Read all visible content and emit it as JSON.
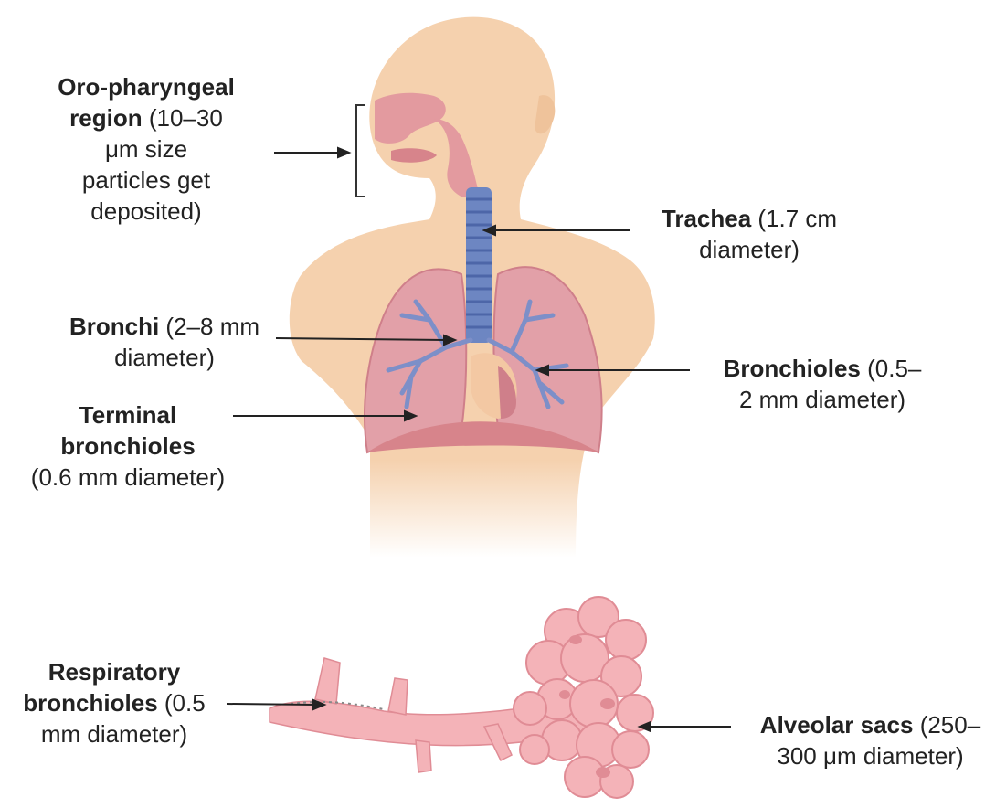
{
  "labels": {
    "oropharyngeal": {
      "title": "Oro-pharyngeal",
      "bold2": "region",
      "rest2": " (10–30",
      "line3": "μm size",
      "line4": "particles get",
      "line5": "deposited)"
    },
    "trachea": {
      "bold": "Trachea",
      "rest": " (1.7 cm",
      "line2": "diameter)"
    },
    "bronchi": {
      "bold": "Bronchi",
      "rest": " (2–8 mm",
      "line2": "diameter)"
    },
    "bronchioles": {
      "bold": "Bronchioles",
      "rest": " (0.5–",
      "line2": "2 mm diameter)"
    },
    "terminal": {
      "line1": "Terminal",
      "line2": "bronchioles",
      "line3": "(0.6 mm diameter)"
    },
    "respiratory": {
      "line1": "Respiratory",
      "bold2": "bronchioles",
      "rest2": " (0.5",
      "line3": "mm diameter)"
    },
    "alveolar": {
      "bold": "Alveolar sacs",
      "rest": " (250–",
      "line2": "300 μm diameter)"
    }
  },
  "colors": {
    "skin": "#f5d1ae",
    "skin_shade": "#efc39b",
    "lung": "#e2a0a8",
    "lung_dark": "#cf7f8a",
    "airway_blue": "#6d86c2",
    "airway_blue_dark": "#4d66a8",
    "alveoli": "#f4b3b8",
    "alveoli_dark": "#e08c95",
    "nose_mouth": "#e39a9f",
    "text": "#222222"
  }
}
